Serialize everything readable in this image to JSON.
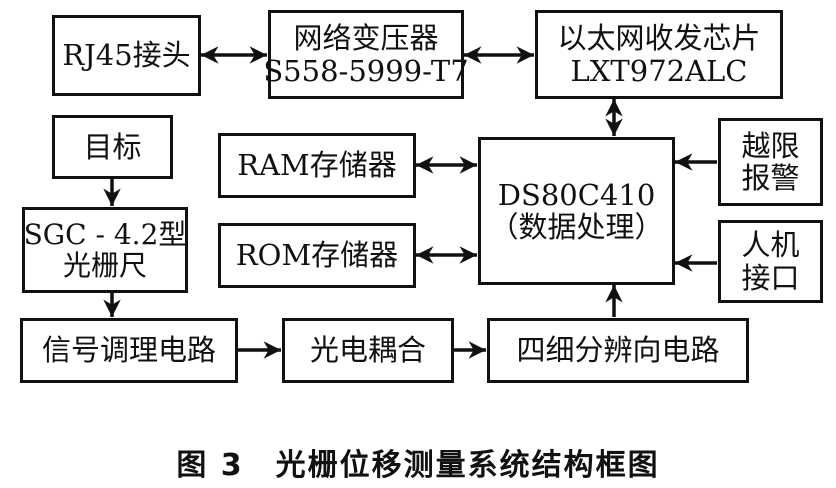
{
  "diagram": {
    "blocks": {
      "rj45": {
        "line1": "RJ45接头"
      },
      "transformer": {
        "line1": "网络变压器",
        "line2": "S558-5999-T7"
      },
      "ethernet_phy": {
        "line1": "以太网收发芯片",
        "line2": "LXT972ALC"
      },
      "target": {
        "line1": "目标"
      },
      "grating_ruler": {
        "line1": "SGC - 4.2型",
        "line2": "光栅尺"
      },
      "ram": {
        "line1": "RAM存储器"
      },
      "rom": {
        "line1": "ROM存储器"
      },
      "mcu": {
        "line1": "DS80C410",
        "line2": "（数据处理）"
      },
      "alarm": {
        "line1": "越限",
        "line2": "报警"
      },
      "hmi": {
        "line1": "人机",
        "line2": "接口"
      },
      "signal_cond": {
        "line1": "信号调理电路"
      },
      "optocoupler": {
        "line1": "光电耦合"
      },
      "quad_subdiv": {
        "line1": "四细分辨向电路"
      }
    },
    "connections": [
      {
        "from": "rj45",
        "to": "transformer",
        "type": "bidirectional"
      },
      {
        "from": "transformer",
        "to": "ethernet_phy",
        "type": "bidirectional"
      },
      {
        "from": "ethernet_phy",
        "to": "mcu",
        "type": "bidirectional"
      },
      {
        "from": "mcu",
        "to": "ram",
        "type": "bidirectional"
      },
      {
        "from": "mcu",
        "to": "rom",
        "type": "bidirectional"
      },
      {
        "from": "alarm",
        "to": "mcu",
        "type": "directed"
      },
      {
        "from": "hmi",
        "to": "mcu",
        "type": "directed"
      },
      {
        "from": "target",
        "to": "grating_ruler",
        "type": "directed"
      },
      {
        "from": "grating_ruler",
        "to": "signal_cond",
        "type": "directed"
      },
      {
        "from": "signal_cond",
        "to": "optocoupler",
        "type": "directed"
      },
      {
        "from": "optocoupler",
        "to": "quad_subdiv",
        "type": "directed"
      },
      {
        "from": "quad_subdiv",
        "to": "mcu",
        "type": "directed"
      }
    ]
  },
  "caption": "图 3　光栅位移测量系统结构框图"
}
